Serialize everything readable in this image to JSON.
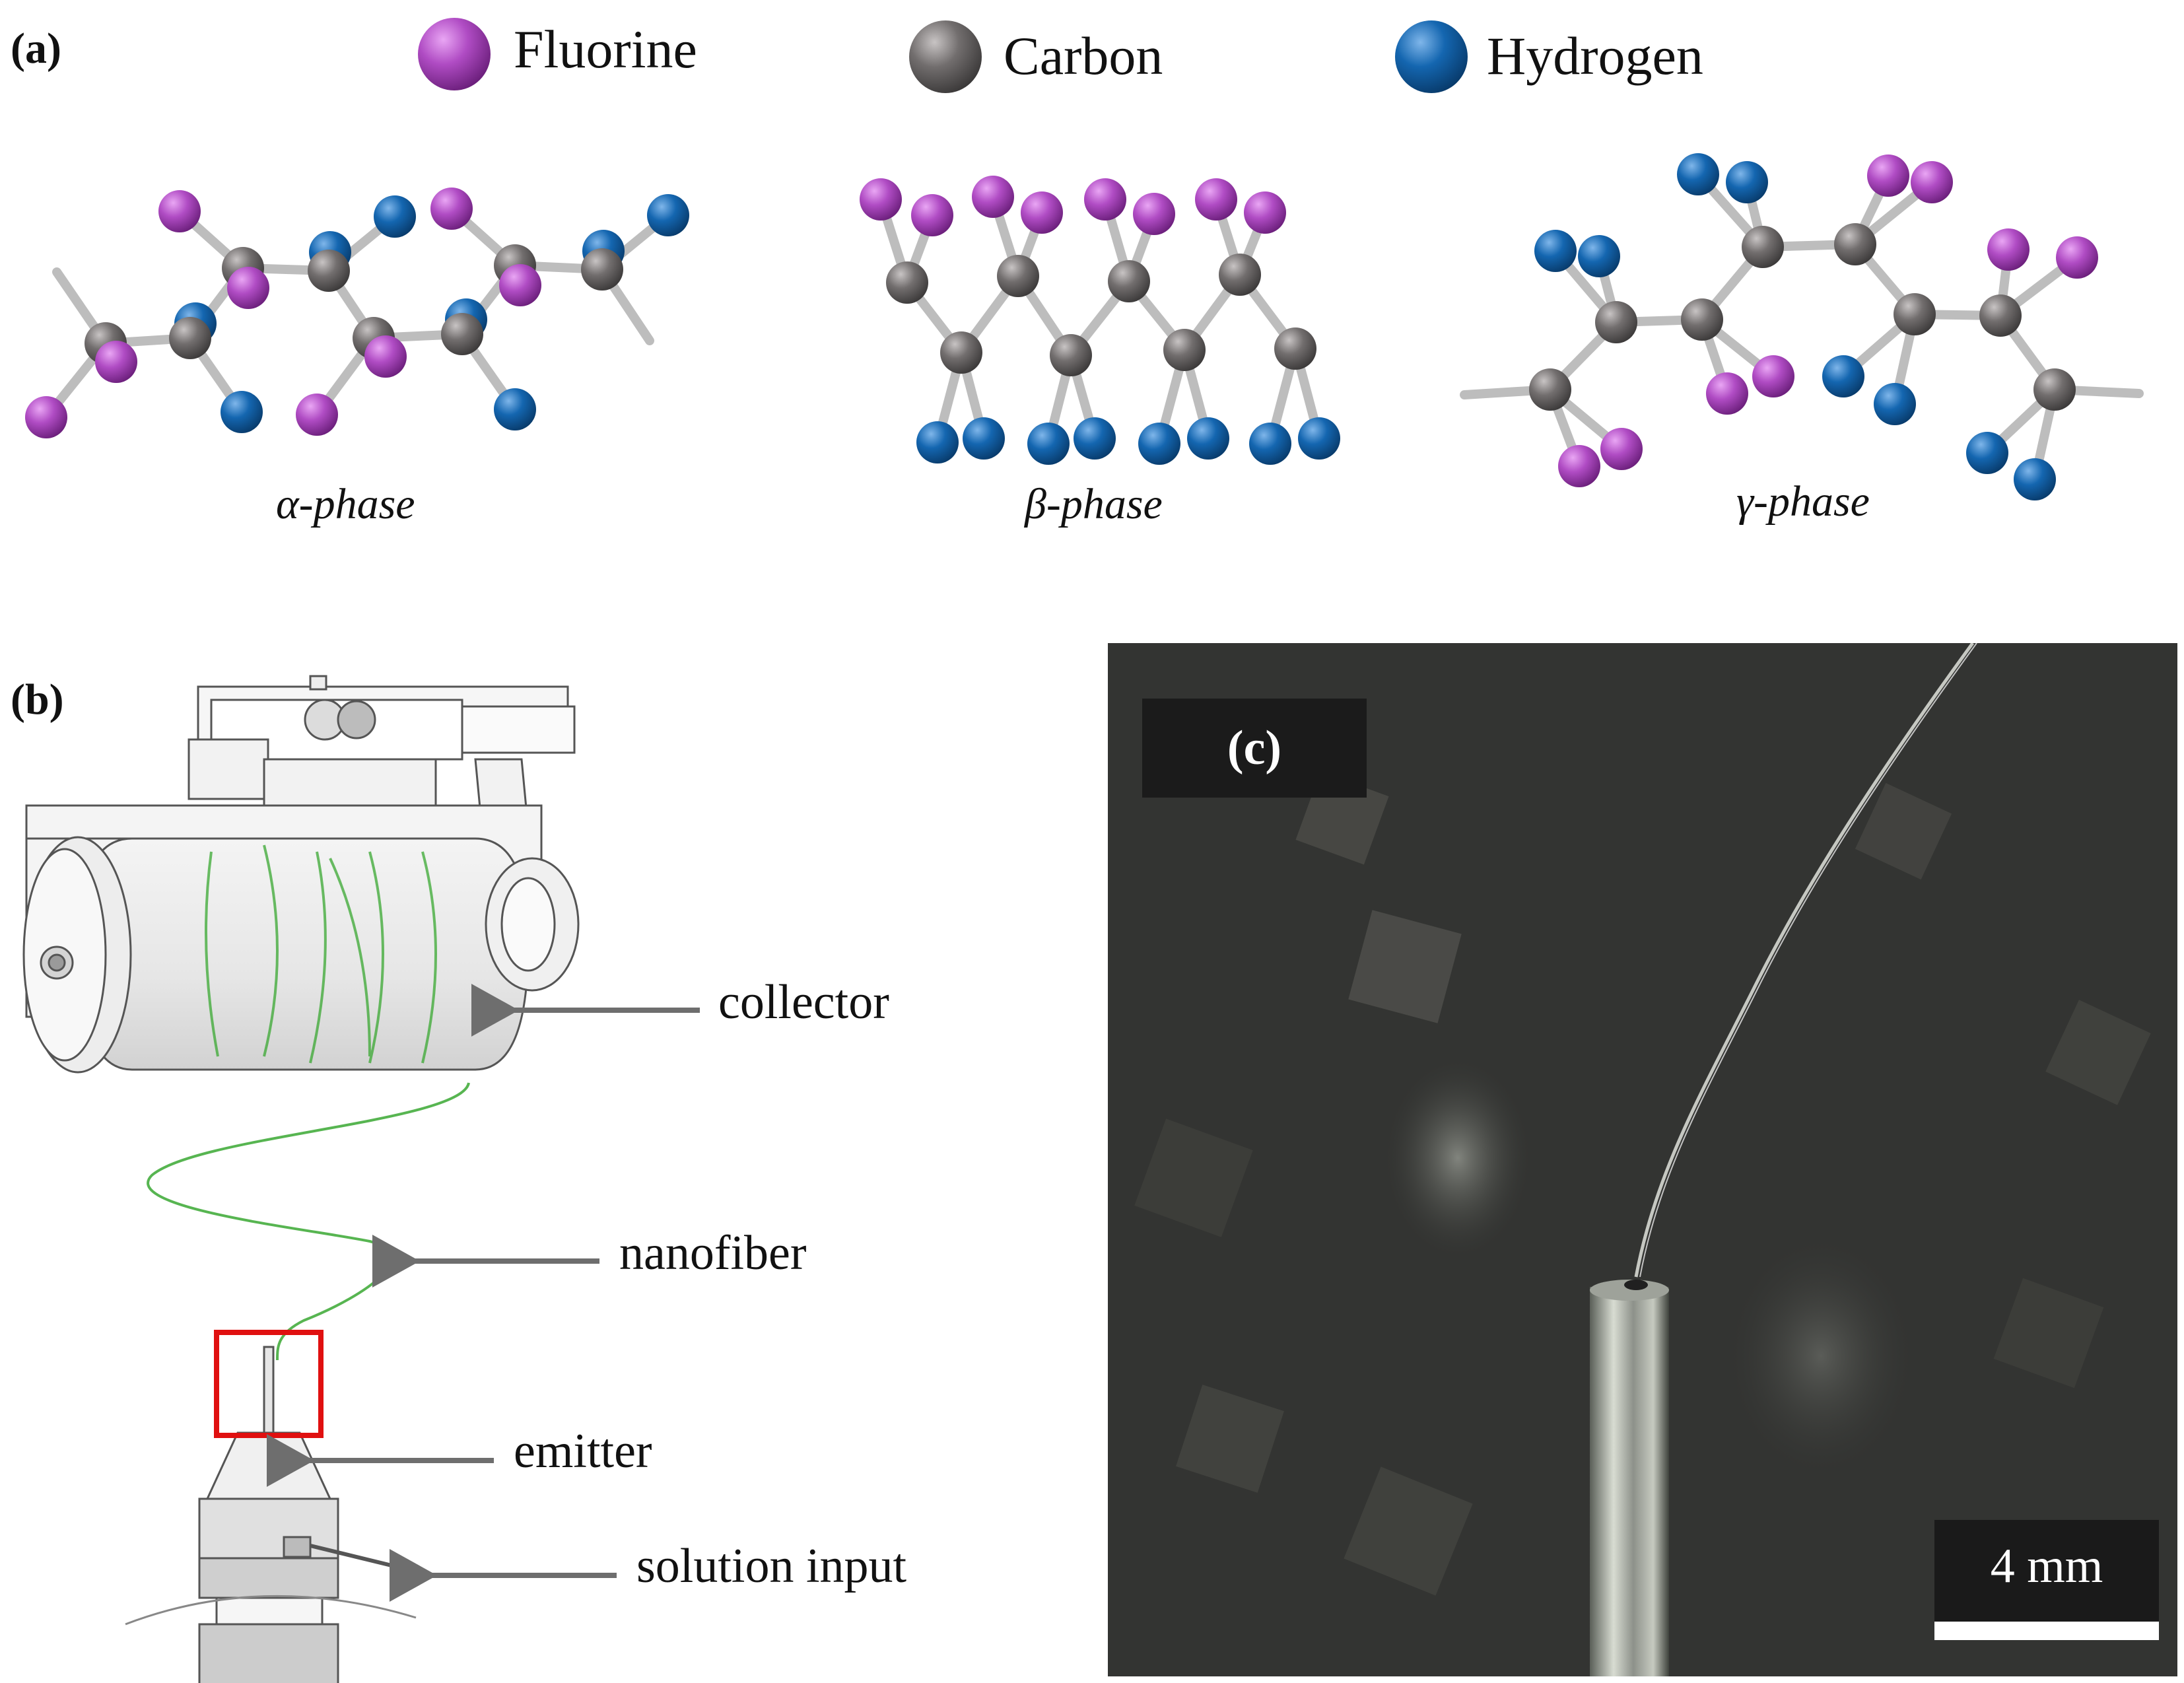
{
  "panels": {
    "a": "(a)",
    "b": "(b)",
    "c": "(c)"
  },
  "legend": [
    {
      "label": "Fluorine",
      "color": "#a23cb4"
    },
    {
      "label": "Carbon",
      "color": "#6a6666"
    },
    {
      "label": "Hydrogen",
      "color": "#1060a8"
    }
  ],
  "phases": [
    "α-phase",
    "β-phase",
    "γ-phase"
  ],
  "apparatus": {
    "callouts": [
      "collector",
      "nanofiber",
      "emitter",
      "solution input"
    ]
  },
  "photo": {
    "scale_bar": "4 mm"
  },
  "colors": {
    "fluorine": "#a23cb4",
    "carbon": "#6a6666",
    "hydrogen": "#1060a8",
    "fiber": "#3aa832",
    "highlight": "#e01010",
    "arrow": "#6e6e6e"
  }
}
